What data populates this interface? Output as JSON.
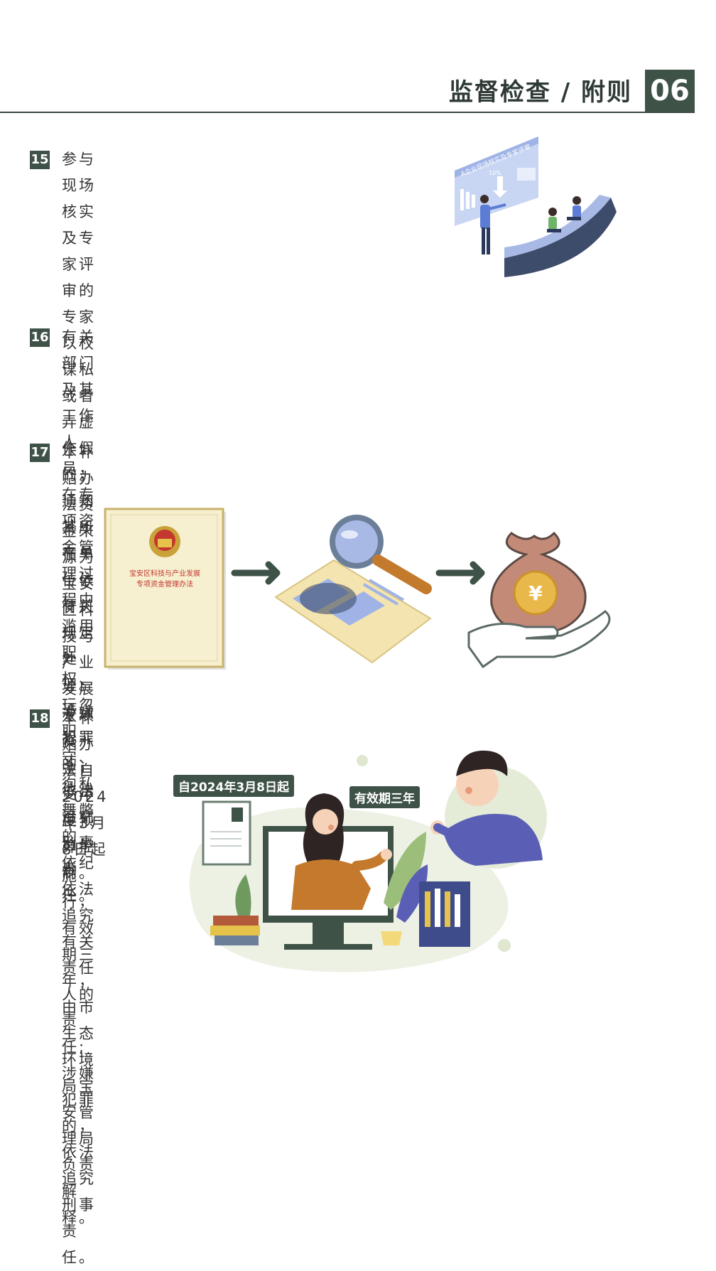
{
  "header": {
    "title": "监督检查 / 附则",
    "section_number": "06"
  },
  "items": [
    {
      "number": "15",
      "text": "参与现场核实及专家评审的专家以权谋私或者\n弄虚作假的，通知其所在单位依有关规定处理。\n涉嫌犯罪的，依法追究刑事责任。"
    },
    {
      "number": "16",
      "text": "有关部门及其工作人员，在专项资金管理过程中滥用职权、玩忽职守、\n徇私舞弊的，依纪依法追究有关责任人的责任;涉嫌犯罪的，依法追究\n刑事责任。"
    },
    {
      "number": "17",
      "text": "本补贴办法资金来源为宝安区科技与产业发展专项资金，受年度预算控\n制。"
    },
    {
      "number": "18",
      "text": "本补贴办法自2024年3月8日起施行，有效期三年，由市生态环境局宝\n安管理局负责解释。"
    }
  ],
  "illustration1": {
    "board_text": "A企业现场核实及专家评审",
    "percent": "10%"
  },
  "illustration2": {
    "book_title_line1": "宝安区科技与产业发展",
    "book_title_line2": "专项资金管理办法",
    "coin_symbol": "¥"
  },
  "illustration3": {
    "tag_date": "自2024年3月8日起",
    "tag_validity": "有效期三年"
  }
}
